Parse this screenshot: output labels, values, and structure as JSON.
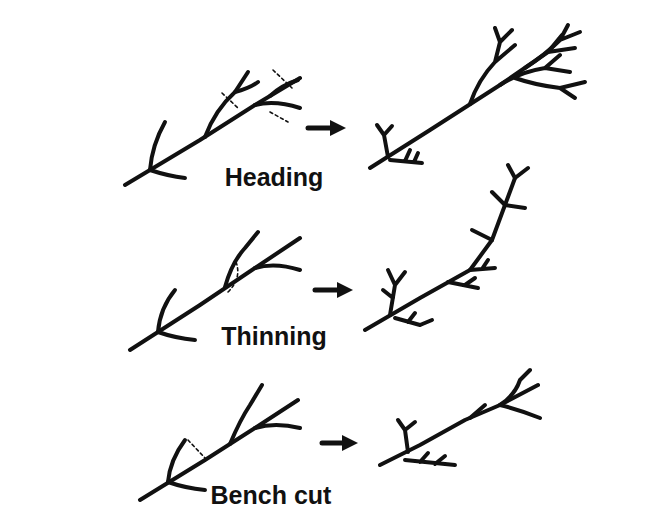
{
  "diagram": {
    "labels": [
      "Heading",
      "Thinning",
      "Bench cut"
    ]
  }
}
